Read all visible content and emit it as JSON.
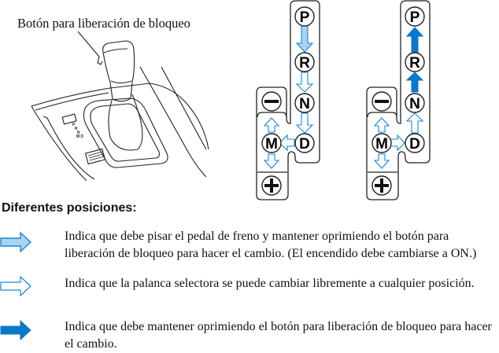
{
  "illustration": {
    "callout_label": "Botón para liberación de bloqueo"
  },
  "shift_diagrams": [
    {
      "name": "shift-pattern-park-to-drive",
      "positions": [
        "P",
        "R",
        "N",
        "D",
        "M",
        "−",
        "+"
      ],
      "arrows": [
        {
          "from": "P",
          "to": "R",
          "type": "light-blue"
        },
        {
          "from": "R",
          "to": "N",
          "type": "outline"
        },
        {
          "from": "N",
          "to": "D",
          "type": "outline"
        },
        {
          "from": "D",
          "to": "M",
          "type": "outline"
        },
        {
          "from": "M",
          "to": "−",
          "type": "outline"
        },
        {
          "from": "M",
          "to": "+",
          "type": "outline"
        }
      ]
    },
    {
      "name": "shift-pattern-drive-to-park",
      "positions": [
        "P",
        "R",
        "N",
        "D",
        "M",
        "−",
        "+"
      ],
      "arrows": [
        {
          "from": "R",
          "to": "P",
          "type": "solid-blue"
        },
        {
          "from": "N",
          "to": "R",
          "type": "solid-blue"
        },
        {
          "from": "D",
          "to": "N",
          "type": "outline"
        },
        {
          "from": "M",
          "to": "D",
          "type": "outline"
        },
        {
          "from": "M",
          "to": "−",
          "type": "outline"
        },
        {
          "from": "M",
          "to": "+",
          "type": "outline"
        }
      ]
    }
  ],
  "section_heading": "Diferentes posiciones:",
  "legend": [
    {
      "arrow_type": "light-blue",
      "text": "Indica que debe pisar el pedal de freno y mantener oprimiendo el botón para liberación de bloqueo para hacer el cambio. (El encendido debe cambiarse a ON.)"
    },
    {
      "arrow_type": "outline",
      "text": "Indica que la palanca selectora se puede cambiar libremente a cualquier posición."
    },
    {
      "arrow_type": "solid-blue",
      "text": "Indica que debe mantener oprimiendo el botón para liberación de bloqueo para hacer el cambio."
    }
  ],
  "colors": {
    "arrow_stroke": "#1a86d0",
    "arrow_light_fill": "#a9d3f0",
    "arrow_solid_fill": "#0a78c8"
  }
}
